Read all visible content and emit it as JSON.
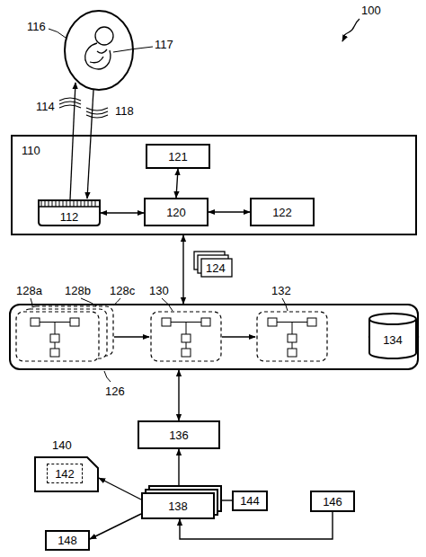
{
  "diagram": {
    "nodes": [
      {
        "text": [
          "110"
        ]
      },
      {
        "text": [
          "121"
        ],
        "in": 0
      },
      {
        "text": [
          "112"
        ],
        "in": 0
      },
      {
        "text": [
          "120"
        ],
        "in": 0
      },
      {
        "text": [
          "122"
        ],
        "in": 0
      },
      {
        "text": [
          "126"
        ]
      },
      {
        "text": [
          "134"
        ]
      },
      {
        "text": [
          "136"
        ]
      },
      {
        "text": [
          "138"
        ]
      },
      {
        "text": [
          "140"
        ]
      },
      {
        "text": [
          "142"
        ],
        "in": 9
      },
      {
        "text": [
          "144"
        ]
      },
      {
        "text": [
          "146"
        ]
      },
      {
        "text": [
          "148"
        ]
      }
    ],
    "edges": [
      {
        "from": 1,
        "to": 3,
        "arrow": "both"
      },
      {
        "from": 2,
        "to": 3,
        "arrow": "both"
      },
      {
        "from": 3,
        "to": 4,
        "arrow": "both"
      },
      {
        "from": 0,
        "to": 5,
        "arrow": "both"
      },
      {
        "from": 5,
        "to": 6,
        "arrow": "both"
      },
      {
        "from": 5,
        "to": 7,
        "arrow": "both"
      },
      {
        "from": 7,
        "to": 8,
        "arrow": "both"
      },
      {
        "from": 8,
        "to": 9,
        "arrow": "to"
      },
      {
        "from": 8,
        "to": 13,
        "arrow": "to"
      },
      {
        "from": 12,
        "to": 8,
        "arrow": "to"
      },
      {
        "from": 8,
        "to": 11,
        "arrow": "none"
      }
    ],
    "labels": [
      "100",
      "116",
      "117",
      "114",
      "118",
      "124",
      "128a",
      "128b",
      "128c",
      "130",
      "132"
    ]
  }
}
